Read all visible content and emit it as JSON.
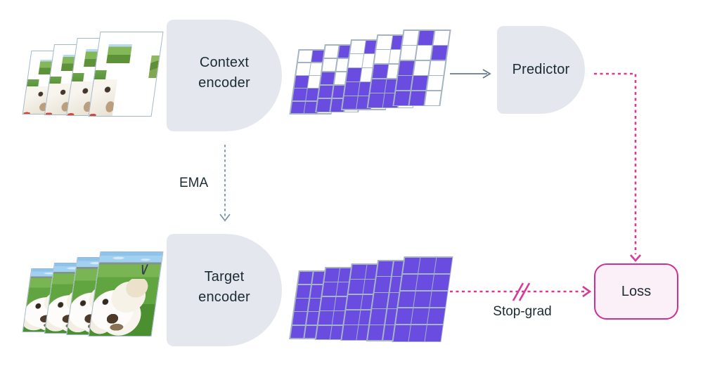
{
  "colors": {
    "purple": "#6b4ce1",
    "magenta": "#d93a96",
    "magenta_dark": "#cf2f8f",
    "loss_fill": "#fcf0f8",
    "encoder_fill": "#e4e8ee",
    "text_dark": "#1c2b33",
    "grid_line": "#a6b3c2",
    "arrow_gray": "#64798e",
    "ema_gray": "#7d93a8"
  },
  "nodes": {
    "context_encoder": {
      "line1": "Context",
      "line2": "encoder"
    },
    "target_encoder": {
      "line1": "Target",
      "line2": "encoder"
    },
    "predictor": {
      "label": "Predictor"
    },
    "loss": {
      "label": "Loss"
    }
  },
  "labels": {
    "ema": "EMA",
    "stop_grad": "Stop-grad"
  },
  "grids": {
    "masked": {
      "count": 5,
      "rows": 5,
      "cols": 3,
      "purple_cells": [
        [
          0,
          1
        ],
        [
          1,
          2
        ],
        [
          2,
          0
        ],
        [
          3,
          0
        ],
        [
          3,
          1
        ],
        [
          4,
          0
        ],
        [
          4,
          1
        ]
      ]
    },
    "full": {
      "count": 5,
      "rows": 5,
      "cols": 3,
      "all_purple": true
    }
  },
  "frames": {
    "count": 4
  }
}
